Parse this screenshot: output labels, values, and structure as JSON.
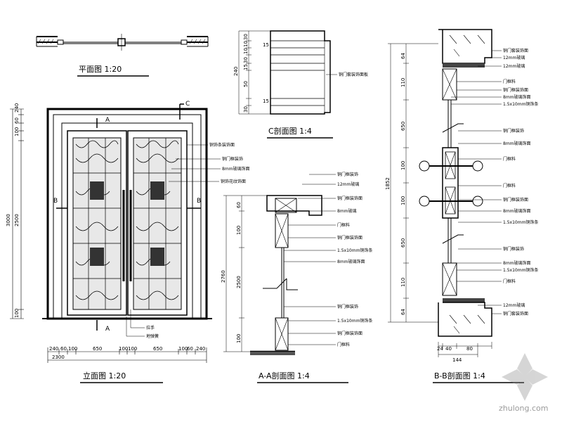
{
  "titles": {
    "top_plan": "平面图   1:20",
    "elevation": "立面图   1:20",
    "section_c": "C剖面图   1:4",
    "section_aa": "A-A剖面图   1:4",
    "section_bb": "B-B剖面图   1:4"
  },
  "section_marks": {
    "a": "A",
    "b": "B",
    "c": "C"
  },
  "elevation_dims": {
    "left": [
      "240",
      "60",
      "100",
      "2500",
      "100",
      "3000"
    ],
    "bottom": [
      "240",
      "60",
      "100",
      "650",
      "100",
      "100",
      "650",
      "100",
      "60",
      "240"
    ],
    "total_width": "2300"
  },
  "elevation_callouts": [
    "铜饰条装饰面",
    "铜门框装饰",
    "8mm玻璃饰面",
    "铜饰花纹饰面",
    "拉手",
    "地弹簧"
  ],
  "section_c": {
    "dims": [
      "15",
      "30",
      "10",
      "10",
      "30",
      "15",
      "50",
      "15",
      "30",
      "240"
    ],
    "callouts": [
      "铜门套装饰面板"
    ]
  },
  "section_aa": {
    "dims": [
      "60",
      "100",
      "2500",
      "100",
      "2760"
    ],
    "callouts": [
      "铜门框装饰",
      "12mm玻璃",
      "铜门框装饰面",
      "8mm玻璃",
      "门框料",
      "铜门框装饰面",
      "1.5x10mm铜饰条",
      "8mm玻璃饰面",
      "铜门框装饰",
      "1.5x10mm铜饰条",
      "铜门框装饰面",
      "门框料"
    ]
  },
  "section_bb": {
    "dims": [
      "64",
      "110",
      "650",
      "100",
      "100",
      "650",
      "110",
      "64",
      "1852"
    ],
    "bottom_dims": [
      "24",
      "40",
      "80",
      "144"
    ],
    "callouts": [
      "铜门套装饰面",
      "12mm玻璃",
      "12mm玻璃",
      "门框料",
      "铜门框装饰面",
      "8mm玻璃饰面",
      "1.5x10mm铜饰条",
      "铜门框装饰",
      "8mm玻璃饰面",
      "门框料",
      "门框料",
      "铜门框装饰面",
      "8mm玻璃饰面",
      "1.5x10mm铜饰条",
      "铜门框装饰",
      "8mm玻璃饰面",
      "1.5x10mm铜饰条",
      "门框料",
      "12mm玻璃",
      "铜门套装饰面"
    ]
  },
  "watermark": "zhulong.com"
}
